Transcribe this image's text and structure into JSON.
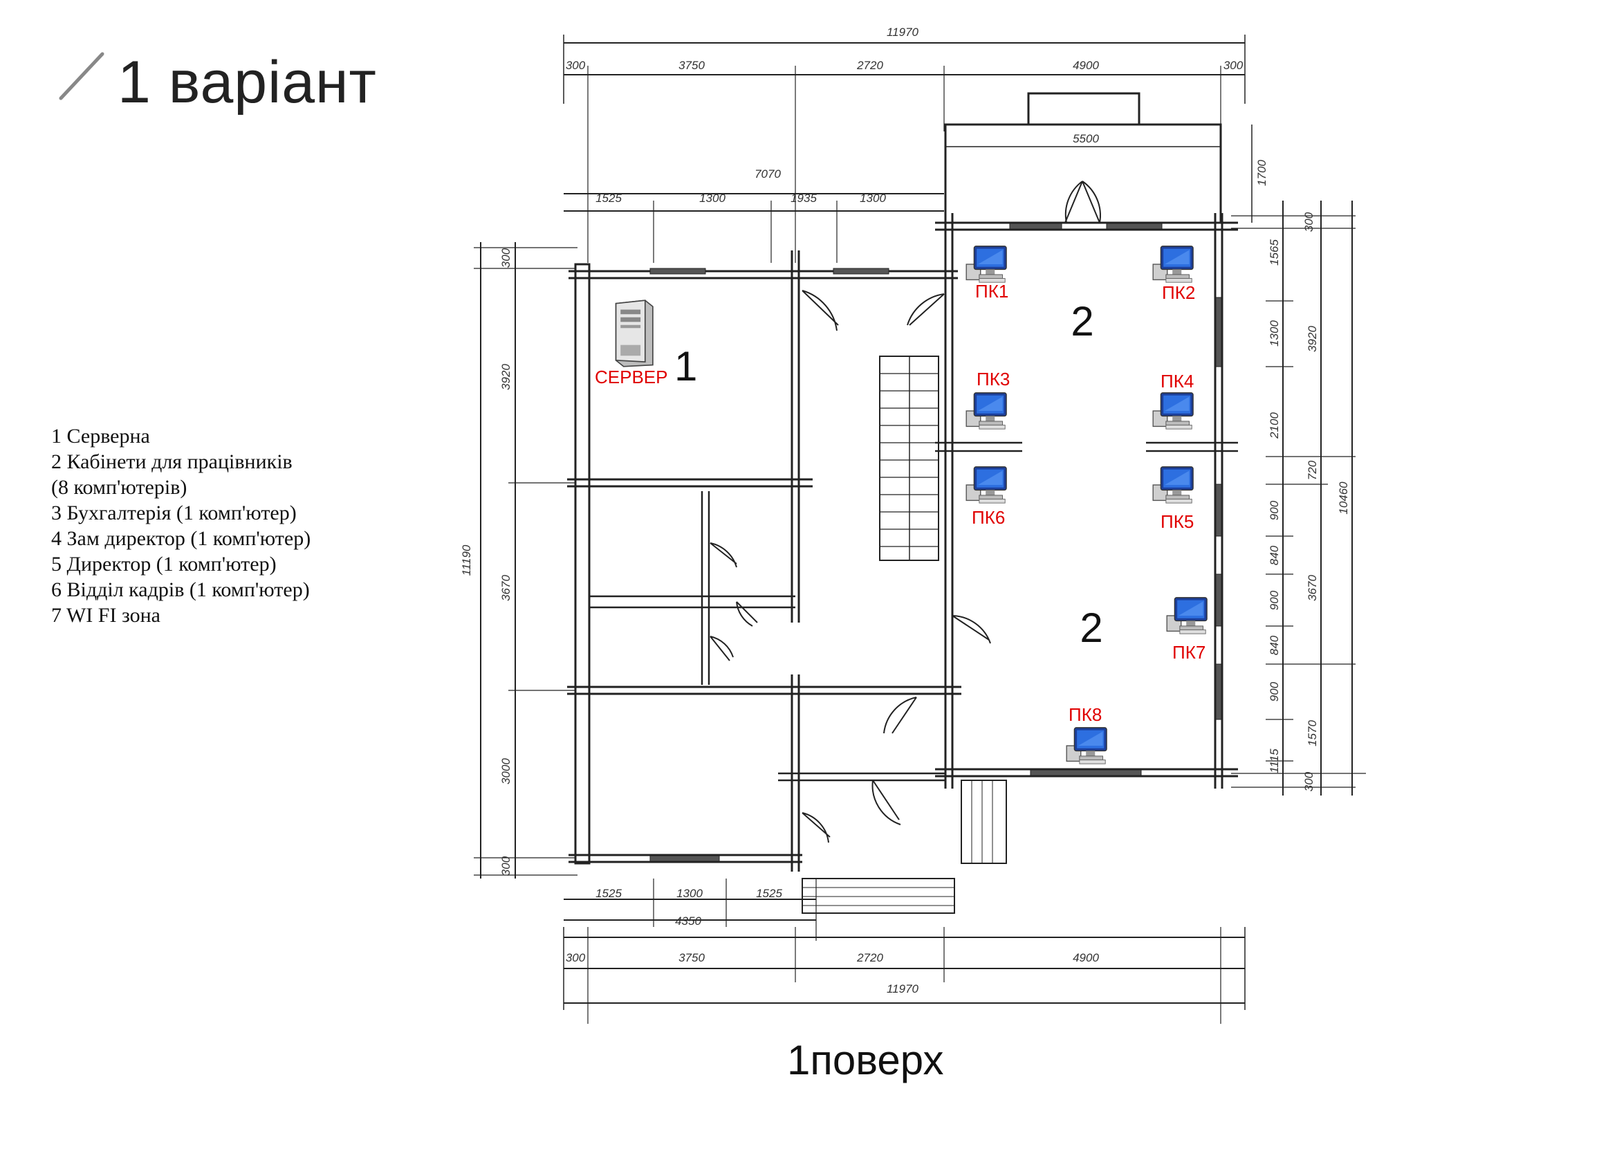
{
  "title": "1 варіант",
  "floor_label": "1поверх",
  "legend": [
    "1   Серверна",
    "2  Кабінети для працівників",
    "    (8 комп'ютерів)",
    "3  Бухгалтерія (1 комп'ютер)",
    "4  Зам директор (1 комп'ютер)",
    "5  Директор (1 комп'ютер)",
    "6  Відділ кадрів (1 комп'ютер)",
    "7  WI FI зона"
  ],
  "server_label": "СЕРВЕР",
  "room_numbers": {
    "server_room": "1",
    "office_top": "2",
    "office_bottom": "2"
  },
  "pcs": [
    "ПК1",
    "ПК2",
    "ПК3",
    "ПК4",
    "ПК5",
    "ПК6",
    "ПК7",
    "ПК8"
  ],
  "dimensions": {
    "top_total": "11970",
    "top_row": [
      "300",
      "3750",
      "2720",
      "4900",
      "300"
    ],
    "porch_width": "5500",
    "porch_depth": "1700",
    "row2_total": "7070",
    "row2": [
      "1525",
      "1300",
      "1935",
      "1300"
    ],
    "left_total": "11190",
    "left": [
      "300",
      "3920",
      "3670",
      "3000",
      "300"
    ],
    "right_inner": [
      "300",
      "1565",
      "1300",
      "2100",
      "720",
      "900",
      "840",
      "900",
      "840",
      "900",
      "1570",
      "1115",
      "300"
    ],
    "right_mid": [
      "3920",
      "3670"
    ],
    "right_total": "10460",
    "bottom_row1": [
      "1525",
      "1300",
      "1525"
    ],
    "bottom_row1_total": "4350",
    "bottom_row2": [
      "300",
      "3750",
      "2720",
      "4900"
    ],
    "bottom_total": "11970"
  },
  "colors": {
    "pc_label": "#e00000",
    "line": "#222222"
  }
}
